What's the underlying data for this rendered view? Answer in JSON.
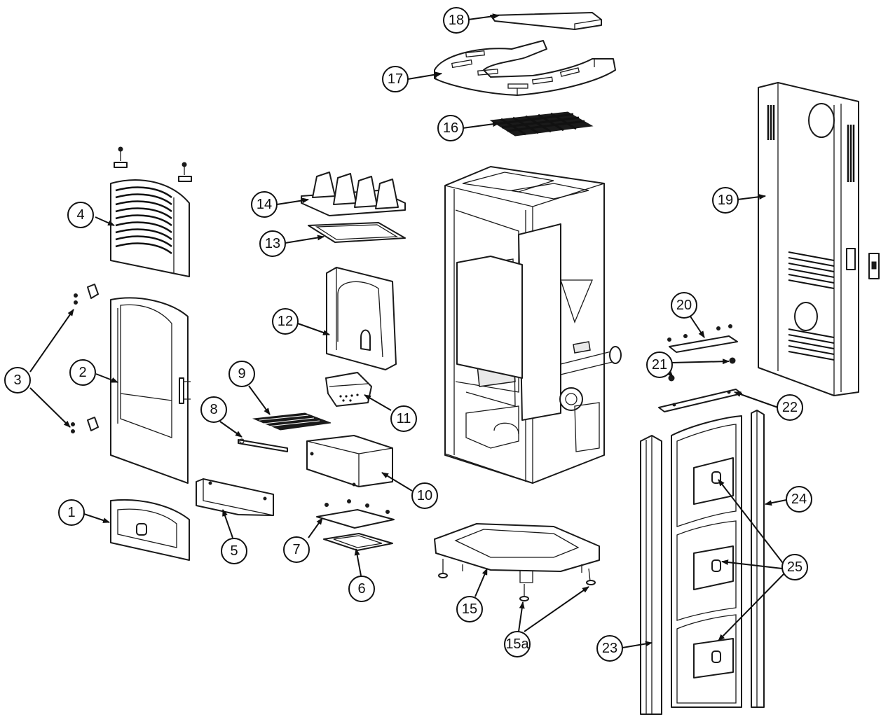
{
  "diagram": {
    "callouts": [
      {
        "id": "c1",
        "label": "1"
      },
      {
        "id": "c2",
        "label": "2"
      },
      {
        "id": "c3",
        "label": "3"
      },
      {
        "id": "c4",
        "label": "4"
      },
      {
        "id": "c5",
        "label": "5"
      },
      {
        "id": "c6",
        "label": "6"
      },
      {
        "id": "c7",
        "label": "7"
      },
      {
        "id": "c8",
        "label": "8"
      },
      {
        "id": "c9",
        "label": "9"
      },
      {
        "id": "c10",
        "label": "10"
      },
      {
        "id": "c11",
        "label": "11"
      },
      {
        "id": "c12",
        "label": "12"
      },
      {
        "id": "c13",
        "label": "13"
      },
      {
        "id": "c14",
        "label": "14"
      },
      {
        "id": "c15",
        "label": "15"
      },
      {
        "id": "c15a",
        "label": "15a"
      },
      {
        "id": "c16",
        "label": "16"
      },
      {
        "id": "c17",
        "label": "17"
      },
      {
        "id": "c18",
        "label": "18"
      },
      {
        "id": "c19",
        "label": "19"
      },
      {
        "id": "c20",
        "label": "20"
      },
      {
        "id": "c21",
        "label": "21"
      },
      {
        "id": "c22",
        "label": "22"
      },
      {
        "id": "c23",
        "label": "23"
      },
      {
        "id": "c24",
        "label": "24"
      },
      {
        "id": "c25",
        "label": "25"
      }
    ]
  },
  "colors": {
    "line": "#1a1a1a",
    "background": "#ffffff"
  }
}
